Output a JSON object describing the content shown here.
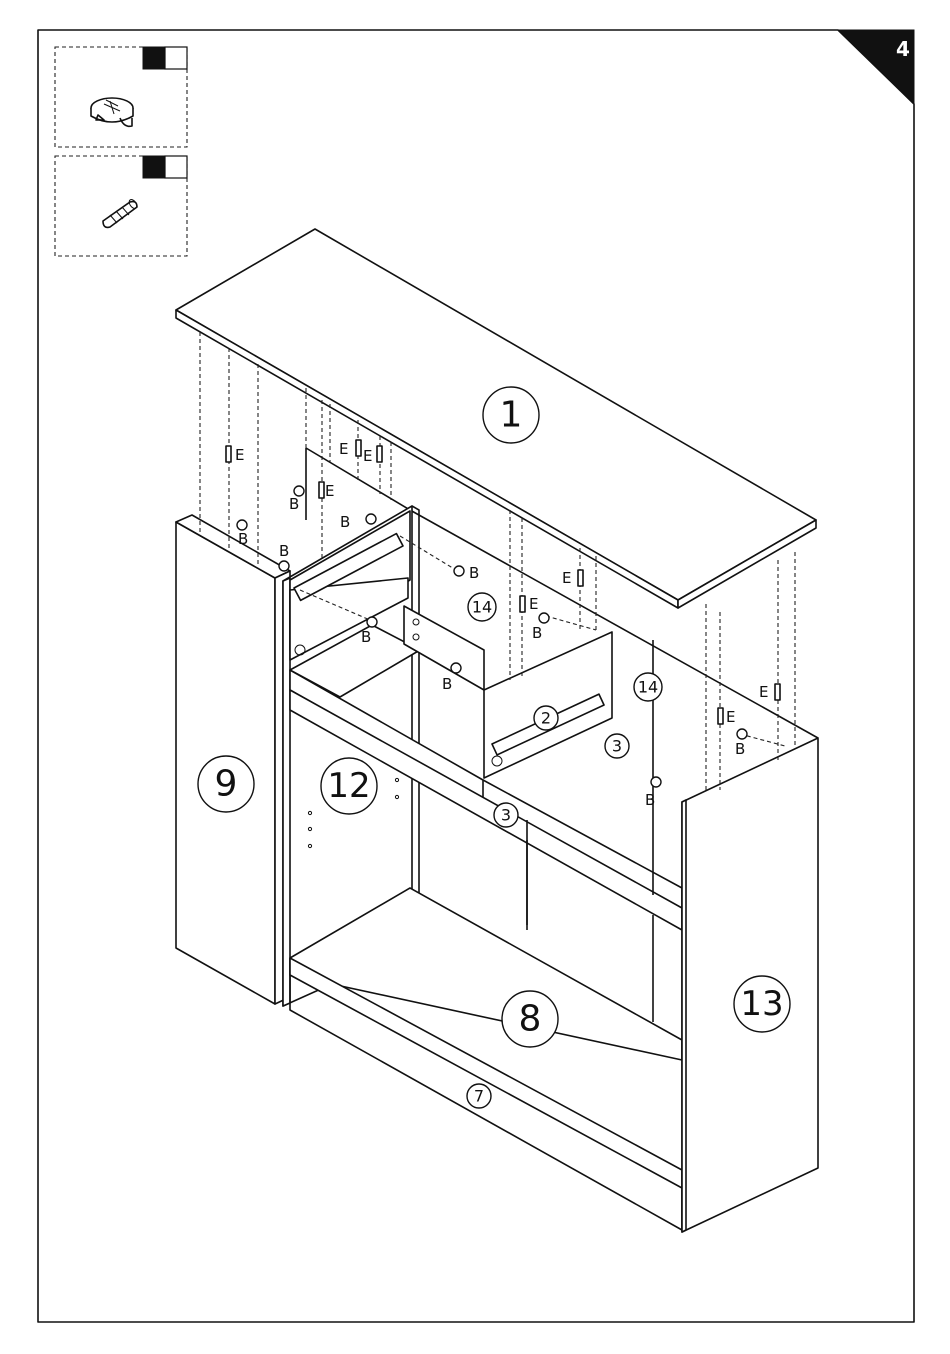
{
  "step_number": "4",
  "hardware_legend": [
    {
      "id": "cam-lock",
      "icon": "cam-lock-icon"
    },
    {
      "id": "dowel",
      "icon": "wood-dowel-icon"
    }
  ],
  "parts": {
    "p1": "1",
    "p2": "2",
    "p3a": "3",
    "p3b": "3",
    "p7": "7",
    "p8": "8",
    "p9": "9",
    "p12": "12",
    "p13": "13",
    "p14a": "14",
    "p14b": "14"
  },
  "hardware_labels": {
    "E": "E",
    "B": "B"
  }
}
